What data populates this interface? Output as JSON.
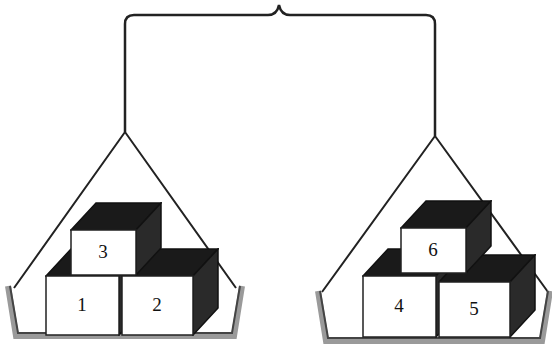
{
  "diagram": {
    "nodes": [
      {
        "text": [
          "3"
        ]
      },
      {
        "text": [
          "1"
        ]
      },
      {
        "text": [
          "2"
        ]
      },
      {
        "text": [
          "6"
        ]
      },
      {
        "text": [
          "4"
        ]
      },
      {
        "text": [
          "5"
        ]
      }
    ]
  }
}
